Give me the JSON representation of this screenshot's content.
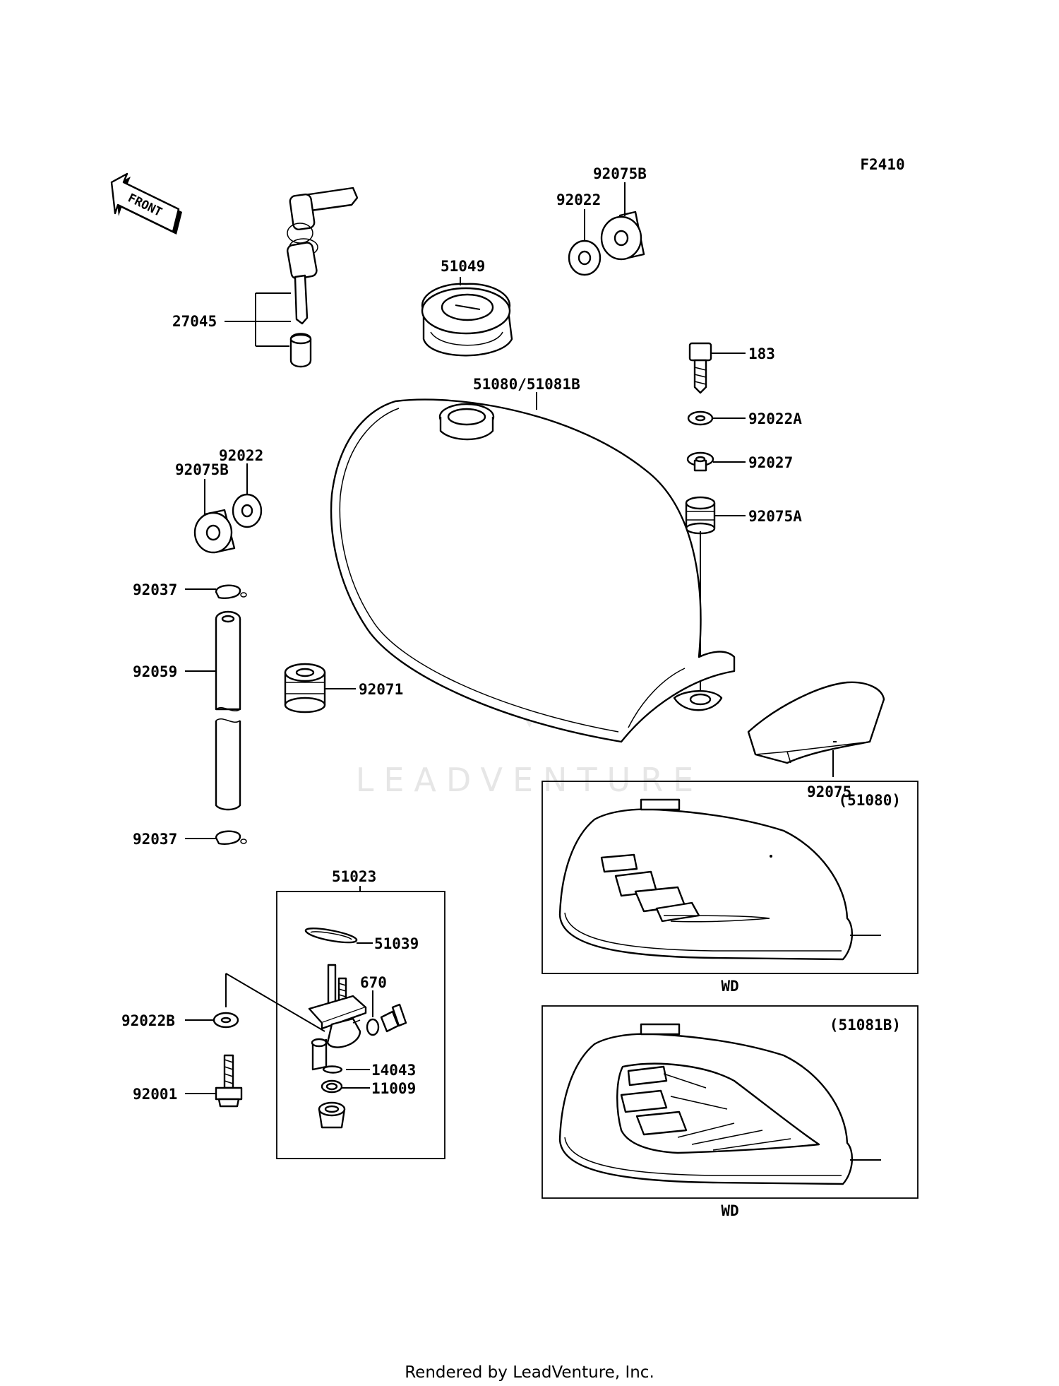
{
  "diagram": {
    "code": "F2410",
    "front_label": "FRONT",
    "watermark": "LEADVENTURE",
    "footer": "Rendered by LeadVenture, Inc.",
    "parts": {
      "p27045": "27045",
      "p51049": "51049",
      "p92022_top": "92022",
      "p92075B_top": "92075B",
      "p183": "183",
      "p92022A": "92022A",
      "p92027": "92027",
      "p92075A": "92075A",
      "p51080_51081B": "51080/51081B",
      "p92022_left": "92022",
      "p92075B_left": "92075B",
      "p92037_top": "92037",
      "p92059": "92059",
      "p92037_bottom": "92037",
      "p92071": "92071",
      "p92075": "92075",
      "p51023": "51023",
      "p51039": "51039",
      "p670": "670",
      "p14043": "14043",
      "p11009": "11009",
      "p92022B": "92022B",
      "p92001": "92001"
    },
    "variants": [
      {
        "code": "(51080)",
        "color_label": "WD"
      },
      {
        "code": "(51081B)",
        "color_label": "WD"
      }
    ]
  }
}
